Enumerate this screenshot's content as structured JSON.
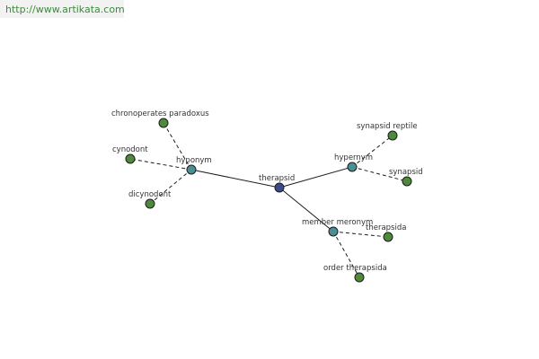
{
  "banner": {
    "url": "http://www.artikata.com"
  },
  "graph": {
    "colors": {
      "center": "#3a4a8c",
      "relation": "#4a8f94",
      "leaf": "#4f8a3c",
      "outline": "#1c1c1c",
      "edge": "#1c1c1c"
    },
    "center": {
      "id": "therapsid",
      "label": "therapsid"
    },
    "relations": [
      {
        "id": "hyponym",
        "label": "hyponym"
      },
      {
        "id": "hypernym",
        "label": "hypernym"
      },
      {
        "id": "member_meronym",
        "label": "member meronym"
      }
    ],
    "leaves": [
      {
        "id": "chronoperates",
        "label": "chronoperates paradoxus",
        "relation": "hyponym"
      },
      {
        "id": "cynodont",
        "label": "cynodont",
        "relation": "hyponym"
      },
      {
        "id": "dicynodont",
        "label": "dicynodont",
        "relation": "hyponym"
      },
      {
        "id": "synapsid_reptile",
        "label": "synapsid reptile",
        "relation": "hypernym"
      },
      {
        "id": "synapsid",
        "label": "synapsid",
        "relation": "hypernym"
      },
      {
        "id": "therapsida",
        "label": "therapsida",
        "relation": "member_meronym"
      },
      {
        "id": "order_therapsida",
        "label": "order therapsida",
        "relation": "member_meronym"
      }
    ]
  }
}
